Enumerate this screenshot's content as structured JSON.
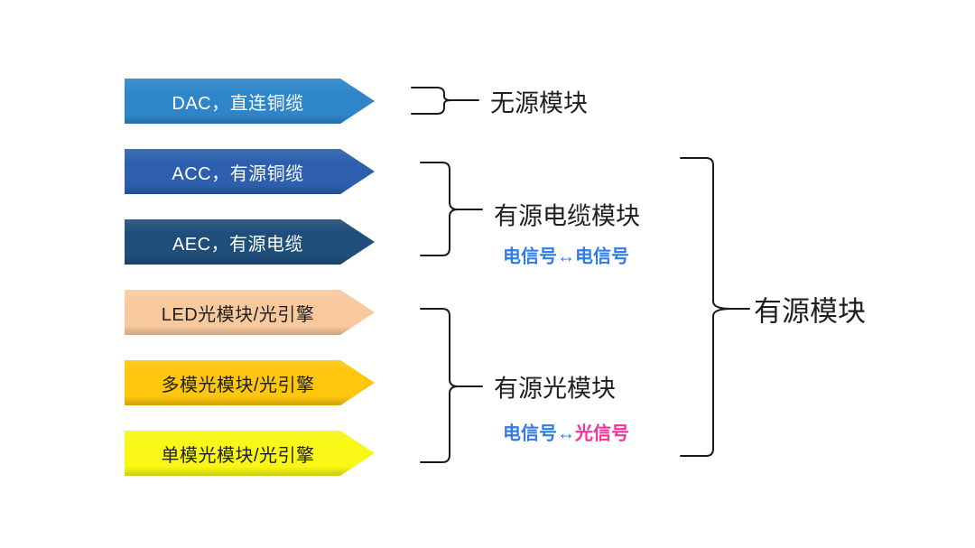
{
  "diagram": {
    "background_color": "#ffffff",
    "line_color": "#1a1a1a",
    "banners": [
      {
        "label": "DAC，直连铜缆",
        "bg": "#2e86c8",
        "text_color": "#ffffff"
      },
      {
        "label": "ACC，有源铜缆",
        "bg": "#2d5fae",
        "text_color": "#ffffff"
      },
      {
        "label": "AEC，有源电缆",
        "bg": "#1e4e79",
        "text_color": "#ffffff"
      },
      {
        "label": "LED光模块/光引擎",
        "bg": "#f9c99e",
        "text_color": "#1f1f1f"
      },
      {
        "label": "多模光模块/光引擎",
        "bg": "#fec60c",
        "text_color": "#1f1f1f"
      },
      {
        "label": "单模光模块/光引擎",
        "bg": "#f8f715",
        "text_color": "#1f1f1f"
      }
    ],
    "groups": {
      "passive": {
        "label": "无源模块"
      },
      "active_cable": {
        "label": "有源电缆模块",
        "signal": {
          "left": "电信号",
          "arrow": "↔",
          "right": "电信号",
          "left_color": "#2f7ce8",
          "arrow_color": "#2f7ce8",
          "right_color": "#2f7ce8"
        }
      },
      "active_optical": {
        "label": "有源光模块",
        "signal": {
          "left": "电信号",
          "arrow": "↔",
          "right": "光信号",
          "left_color": "#2f7ce8",
          "arrow_color": "#2f7ce8",
          "right_color": "#f5309b"
        }
      },
      "active": {
        "label": "有源模块"
      }
    }
  }
}
